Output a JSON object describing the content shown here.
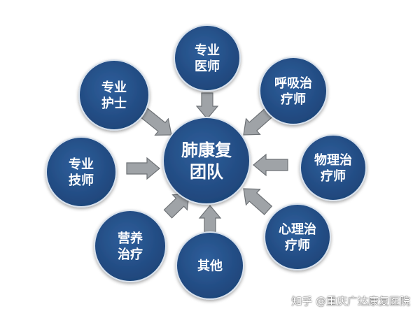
{
  "diagram": {
    "center": {
      "lines": [
        "肺康复",
        "团队"
      ]
    },
    "nodes": [
      {
        "id": "specialist-doctor",
        "lines": [
          "专业",
          "医师"
        ]
      },
      {
        "id": "respiratory-therapist",
        "lines": [
          "呼吸治",
          "疗师"
        ]
      },
      {
        "id": "physical-therapist",
        "lines": [
          "物理治",
          "疗师"
        ]
      },
      {
        "id": "psychotherapist",
        "lines": [
          "心理治",
          "疗师"
        ]
      },
      {
        "id": "other",
        "lines": [
          "其他"
        ]
      },
      {
        "id": "nutrition-therapy",
        "lines": [
          "营养",
          "治疗"
        ]
      },
      {
        "id": "specialist-technician",
        "lines": [
          "专业",
          "技师"
        ]
      },
      {
        "id": "specialist-nurse",
        "lines": [
          "专业",
          "护士"
        ]
      }
    ]
  },
  "watermark": {
    "text": "知乎 @重庆广达康复医院"
  },
  "colors": {
    "node_fill": "#244f87",
    "node_stroke": "#d8e1ec",
    "arrow_fill": "#9fa3a7",
    "arrow_stroke": "#6e7276",
    "text": "#ffffff"
  }
}
